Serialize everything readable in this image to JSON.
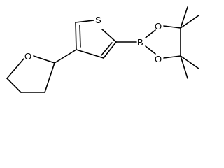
{
  "molecule": {
    "atoms": {
      "sulfur": "S",
      "boron": "B",
      "oxygen_ring_top": "O",
      "oxygen_ring_bottom": "O",
      "oxygen_thf": "O"
    }
  },
  "colors": {
    "bond": "#000000",
    "atom_label": "#000000",
    "background": "#ffffff"
  }
}
